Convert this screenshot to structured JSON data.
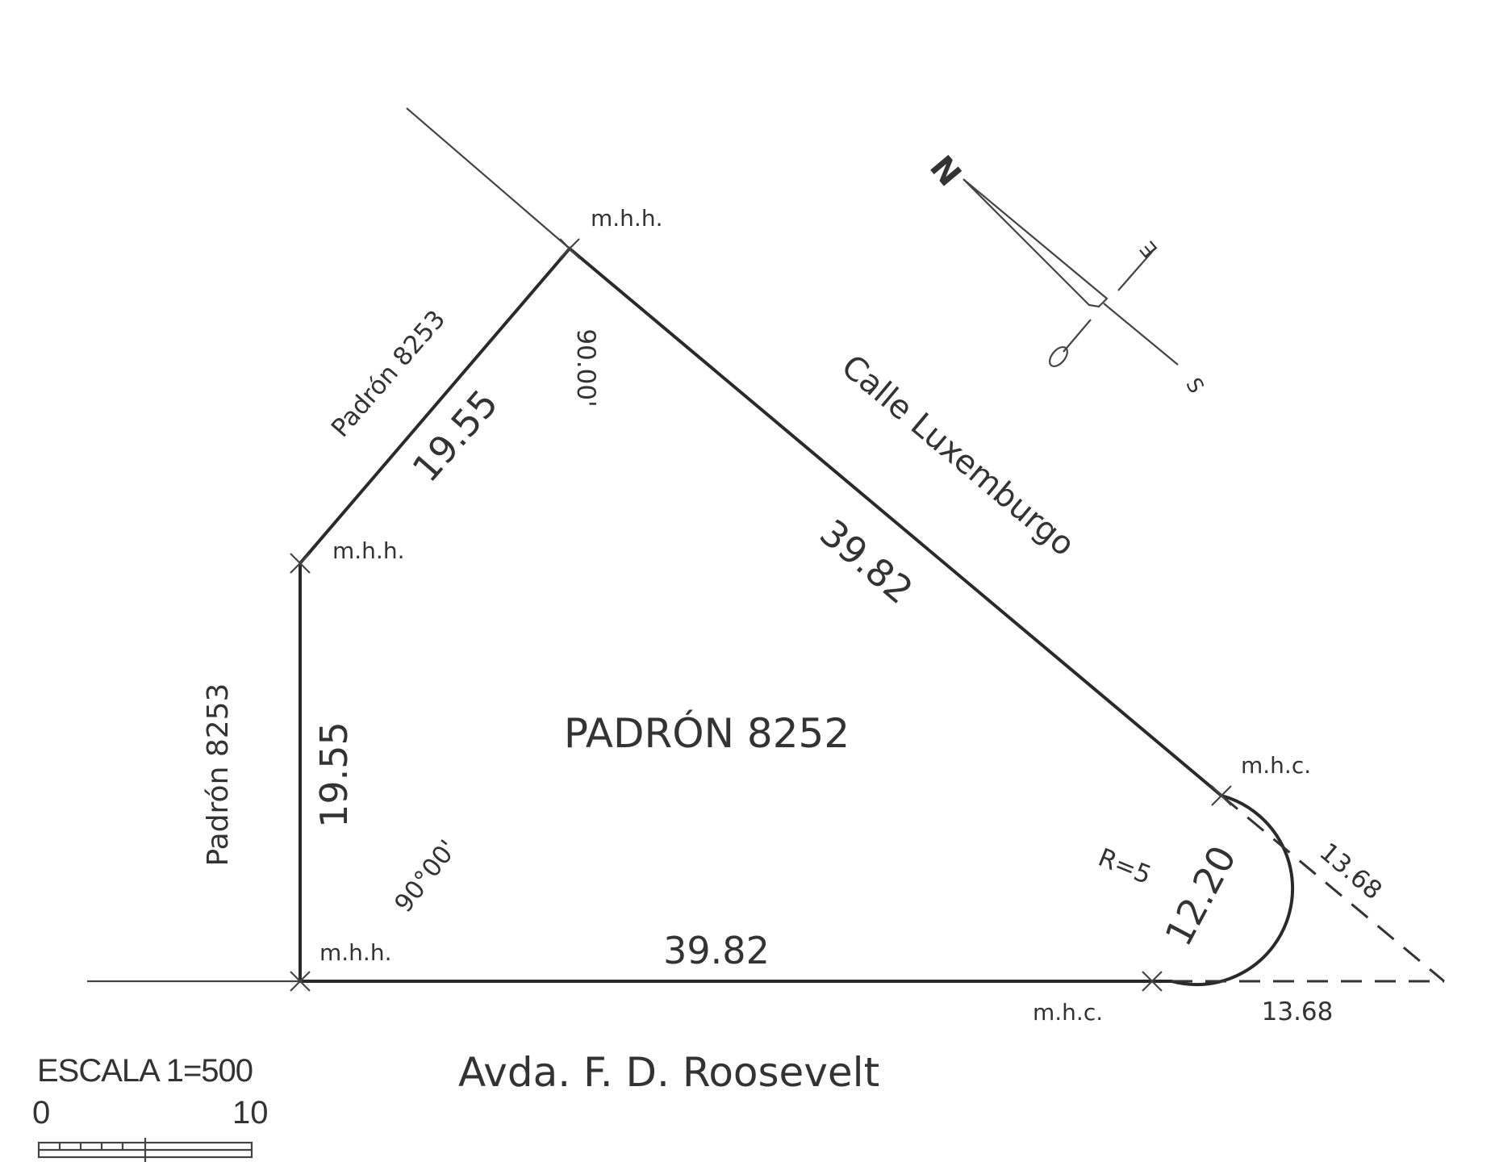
{
  "plot": {
    "lot_label": "PADRÓN 8252",
    "neighbor_upper": "Padrón 8253",
    "neighbor_left": "Padrón 8253",
    "street_diagonal": "Calle Luxemburgo",
    "street_bottom": "Avda. F. D. Roosevelt",
    "dimensions": {
      "upper_left_side": "19.55",
      "left_side": "19.55",
      "diagonal_side": "39.82",
      "bottom_side": "39.82",
      "curve_chord": "12.20",
      "radius": "R=5",
      "tangent_diagonal": "13.68",
      "tangent_bottom": "13.68"
    },
    "angles": {
      "top": "90.00'",
      "bottom_left": "90°00'"
    },
    "markers": {
      "top": "m.h.h.",
      "mid_left": "m.h.h.",
      "bottom_left": "m.h.h.",
      "right_upper": "m.h.c.",
      "right_lower": "m.h.c."
    }
  },
  "compass": {
    "north": "N",
    "south": "S",
    "east": "E",
    "west": "O"
  },
  "scale": {
    "title": "ESCALA 1=500",
    "start": "0",
    "end": "10"
  }
}
